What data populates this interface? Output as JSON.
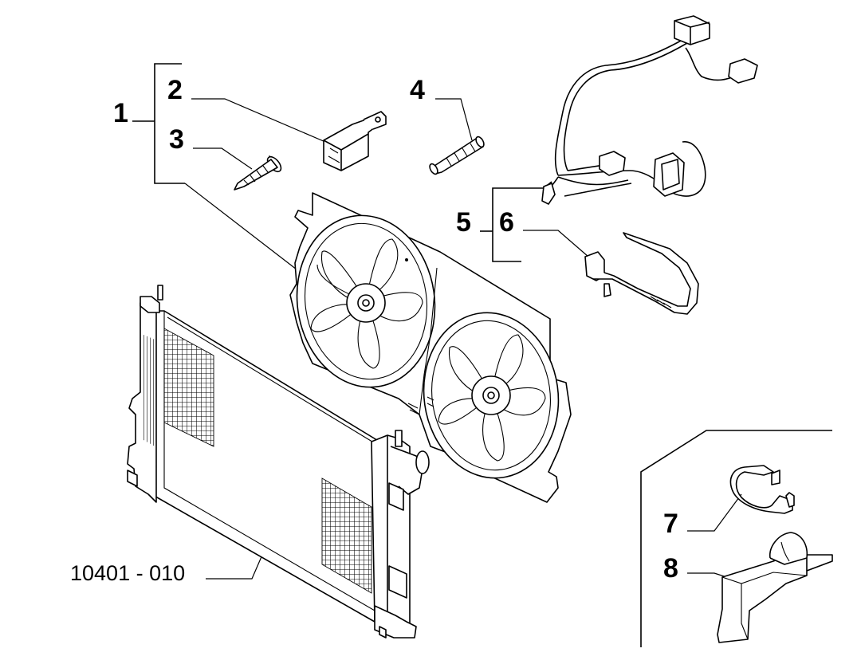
{
  "labels": {
    "l1": "1",
    "l2": "2",
    "l3": "3",
    "l4": "4",
    "l5": "5",
    "l6": "6",
    "l7": "7",
    "l8": "8",
    "ref": "10401 - 010"
  },
  "colors": {
    "ink": "#000000",
    "paper": "#ffffff"
  }
}
